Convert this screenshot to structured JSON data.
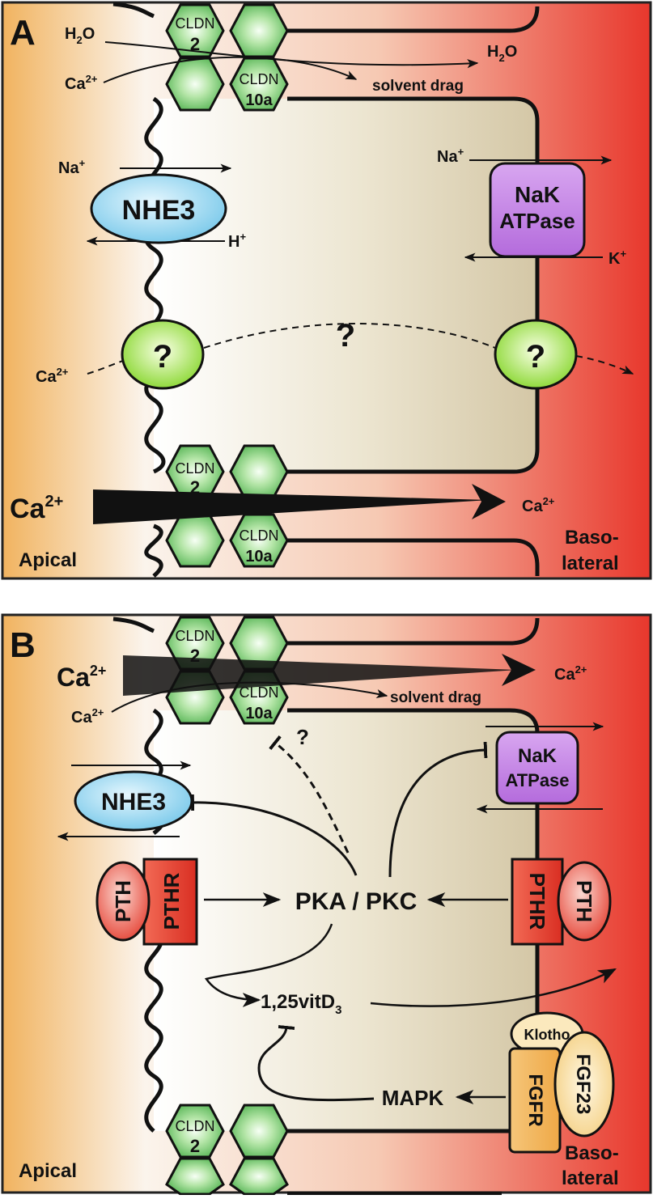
{
  "panel_a": {
    "letter": "A",
    "water_in": "H",
    "water_sub": "2",
    "water_in_o": "O",
    "water_out": "H",
    "water_out_sub": "2",
    "water_out_o": "O",
    "ca_top": "Ca",
    "ca_top_sup": "2+",
    "solvent_drag": "solvent drag",
    "cldn2_top_l1": "CLDN",
    "cldn2_top_l2": "2",
    "cldn10a_top_l1": "CLDN",
    "cldn10a_top_l2": "10a",
    "na_in": "Na",
    "na_in_sup": "+",
    "nhe3": "NHE3",
    "h_out": "H",
    "h_out_sup": "+",
    "na_out": "Na",
    "na_out_sup": "+",
    "nak_l1": "NaK",
    "nak_l2": "ATPase",
    "k_in": "K",
    "k_in_sup": "+",
    "unknown_left": "?",
    "unknown_mid": "?",
    "unknown_right": "?",
    "ca_trans": "Ca",
    "ca_trans_sup": "2+",
    "cldn2_bot_l1": "CLDN",
    "cldn2_bot_l2": "2",
    "cldn10a_bot_l1": "CLDN",
    "cldn10a_bot_l2": "10a",
    "ca_big": "Ca",
    "ca_big_sup": "2+",
    "ca_para_out": "Ca",
    "ca_para_out_sup": "2+",
    "apical": "Apical",
    "baso_l1": "Baso-",
    "baso_l2": "lateral"
  },
  "panel_b": {
    "letter": "B",
    "ca_big": "Ca",
    "ca_big_sup": "2+",
    "ca_out": "Ca",
    "ca_out_sup": "2+",
    "ca_small": "Ca",
    "ca_small_sup": "2+",
    "solvent_drag": "solvent drag",
    "cldn2_top_l1": "CLDN",
    "cldn2_top_l2": "2",
    "cldn10a_top_l1": "CLDN",
    "cldn10a_top_l2": "10a",
    "question": "?",
    "nhe3": "NHE3",
    "nak_l1": "NaK",
    "nak_l2": "ATPase",
    "pth_left": "PTH",
    "pthr_left": "PTHR",
    "pka_pkc": "PKA / PKC",
    "pthr_right": "PTHR",
    "pth_right": "PTH",
    "vitd": "1,25vitD",
    "vitd_sub": "3",
    "klotho": "Klotho",
    "fgfr": "FGFR",
    "fgf23": "FGF23",
    "mapk": "MAPK",
    "cldn2_bot_l1": "CLDN",
    "cldn2_bot_l2": "2",
    "apical": "Apical",
    "baso_l1": "Baso-",
    "baso_l2": "lateral"
  },
  "colors": {
    "apical": "#f1b35f",
    "cell": "#e3dbc4",
    "basolateral": "#e8372c",
    "claudin": "#6cc46b",
    "nhe3": "#8fd3ef",
    "nak": "#c584e6",
    "unknown": "#9be04a",
    "pth": "#e8372c",
    "fgfr": "#f3b861",
    "klotho": "#fbe9bd"
  }
}
